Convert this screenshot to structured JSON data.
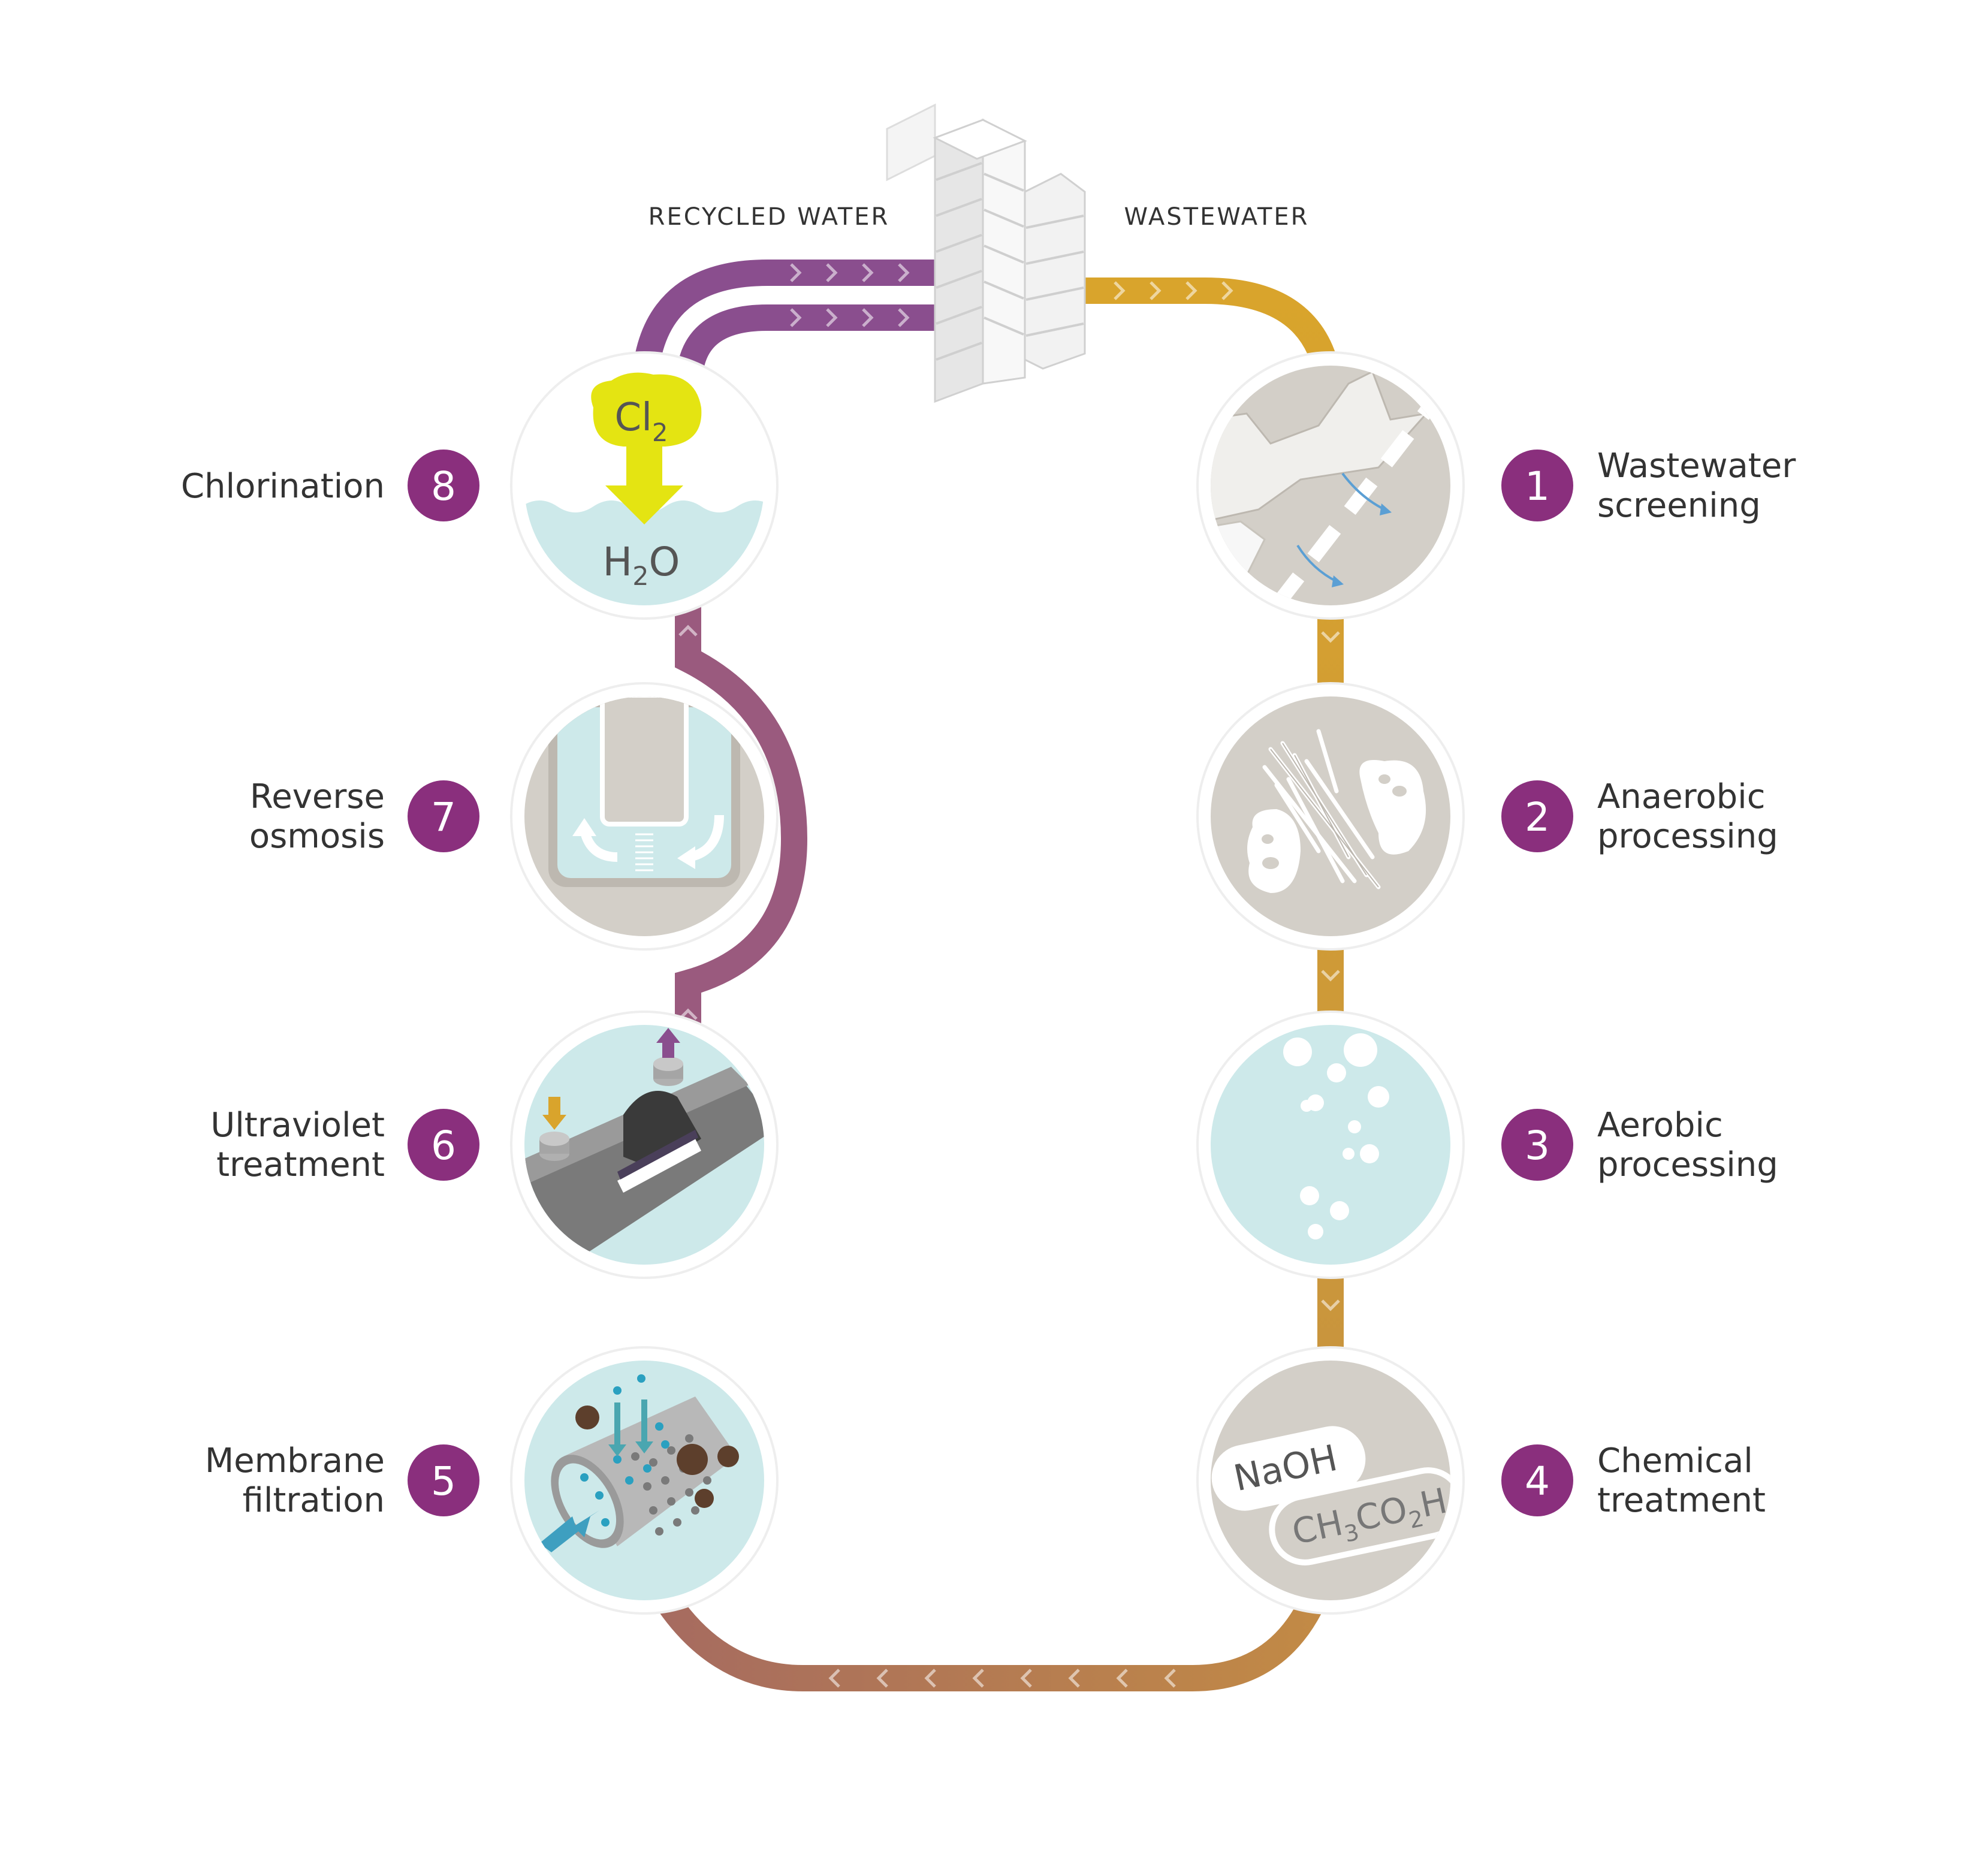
{
  "flows": {
    "recycled": "RECYCLED WATER",
    "waste": "WASTEWATER"
  },
  "steps": [
    {
      "number": "1",
      "line1": "Wastewater",
      "line2": "screening"
    },
    {
      "number": "2",
      "line1": "Anaerobic",
      "line2": "processing"
    },
    {
      "number": "3",
      "line1": "Aerobic",
      "line2": "processing"
    },
    {
      "number": "4",
      "line1": "Chemical",
      "line2": "treatment"
    },
    {
      "number": "5",
      "line1": "Membrane",
      "line2": "filtration"
    },
    {
      "number": "6",
      "line1": "Ultraviolet",
      "line2": "treatment"
    },
    {
      "number": "7",
      "line1": "Reverse",
      "line2": "osmosis"
    },
    {
      "number": "8",
      "line1": "Chlorination",
      "line2": ""
    }
  ],
  "chemicals": {
    "chlorine": {
      "symbol": "Cl",
      "sub": "2"
    },
    "water": {
      "pre": "H",
      "sub": "2",
      "post": "O"
    },
    "sodium_hydroxide": "NaOH",
    "acetic_acid": {
      "a": "CH",
      "b": "3",
      "c": "CO",
      "d": "2",
      "e": "H"
    }
  },
  "colors": {
    "badge": "#8a2f7d",
    "waste_pipe": "#d4a12e",
    "recycled_pipe": "#8a4e8e",
    "water": "#cde9ea",
    "sludge": "#d3cfc8"
  }
}
